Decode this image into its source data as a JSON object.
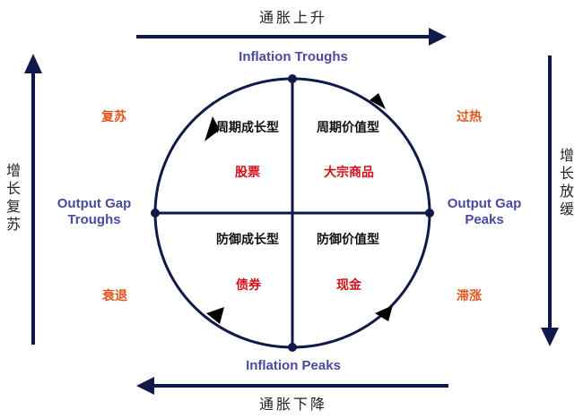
{
  "colors": {
    "line": "#0f1a4a",
    "english": "#4a4aa0",
    "phase": "#e2541c",
    "asset": "#d0101a"
  },
  "axes": {
    "top": "通胀上升",
    "bottom": "通胀下降",
    "left": "增长复苏",
    "right": "增长放缓"
  },
  "poles": {
    "top": "Inflation Troughs",
    "bottom": "Inflation Peaks",
    "left_line1": "Output Gap",
    "left_line2": "Troughs",
    "right_line1": "Output Gap",
    "right_line2": "Peaks"
  },
  "phases": {
    "recovery": "复苏",
    "overheat": "过热",
    "recession": "衰退",
    "stagflation": "滞涨"
  },
  "quadrants": [
    {
      "style": "周期成长型",
      "asset": "股票"
    },
    {
      "style": "周期价值型",
      "asset": "大宗商品"
    },
    {
      "style": "防御成长型",
      "asset": "债券"
    },
    {
      "style": "防御价值型",
      "asset": "现金"
    }
  ]
}
